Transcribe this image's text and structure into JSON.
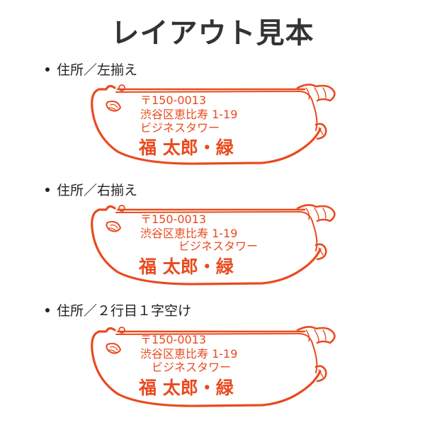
{
  "title": "レイアウト見本",
  "colors": {
    "stamp": "#e94a1f",
    "text": "#222222",
    "title": "#333333"
  },
  "icons": [
    "fish-outline-icon",
    "fish-scale-icon",
    "bullet-icon"
  ],
  "samples": [
    {
      "label": "住所／左揃え",
      "postal": "〒150-0013",
      "address1": "渋谷区恵比寿 1-19",
      "address2": "ビジネスタワー",
      "name": "福 太郎・緑"
    },
    {
      "label": "住所／右揃え",
      "postal": "〒150-0013",
      "address1": "渋谷区恵比寿 1-19",
      "address2": "ビジネスタワー",
      "name": "福 太郎・緑"
    },
    {
      "label": "住所／２行目１字空け",
      "postal": "〒150-0013",
      "address1": "渋谷区恵比寿 1-19",
      "address2": "ビジネスタワー",
      "name": "福 太郎・緑"
    }
  ]
}
